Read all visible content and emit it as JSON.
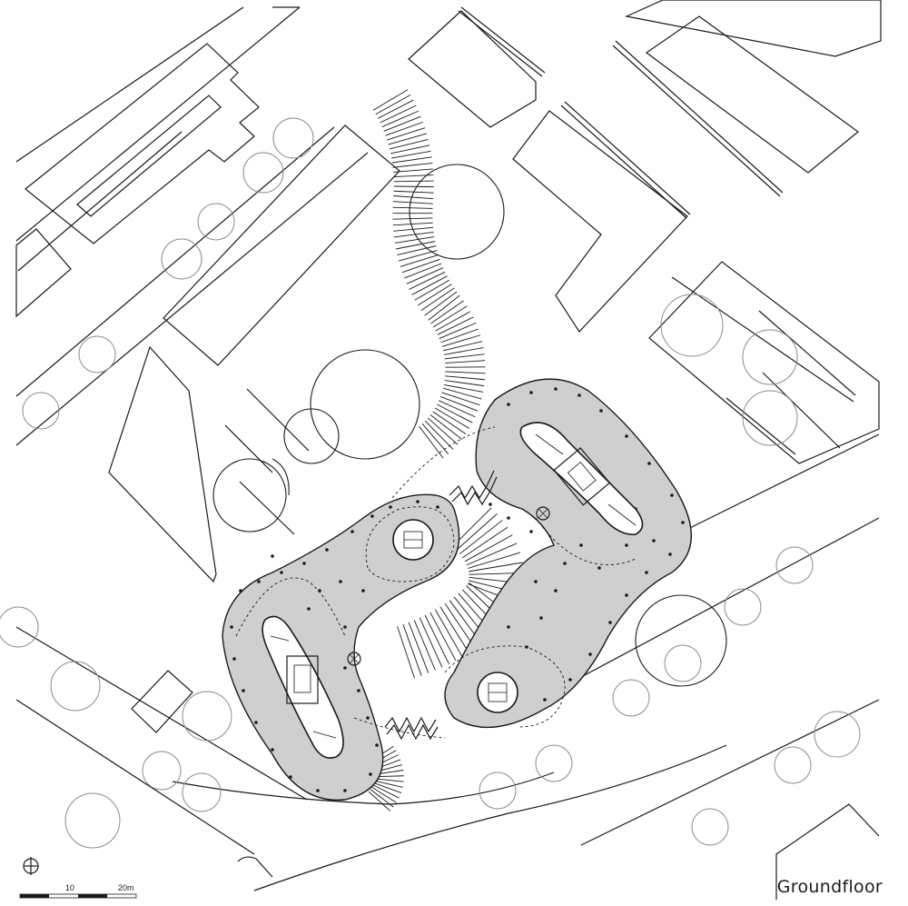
{
  "title": "Groundfloor",
  "scale_bar": {
    "ticks": [
      "10",
      "20m"
    ]
  },
  "icons": {
    "north_arrow": "north-arrow-icon"
  },
  "colors": {
    "background": "#ffffff",
    "lines": "#1a1a1a",
    "slab_fill": "#cfcfcf",
    "trees": "#8c8c8c"
  }
}
